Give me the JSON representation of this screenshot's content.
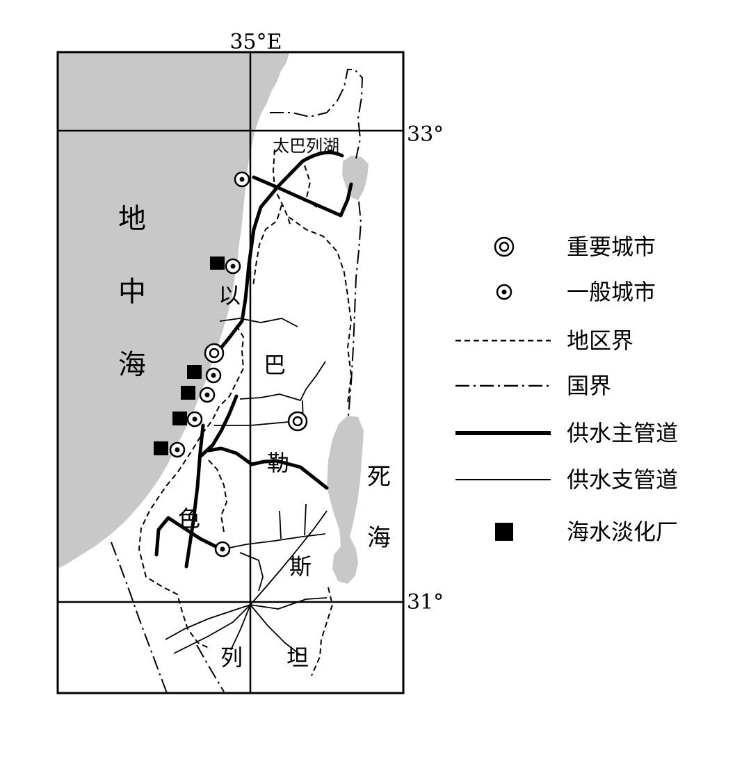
{
  "grid": {
    "longitude": "35°E",
    "latitude_north": "33°",
    "latitude_south": "31°"
  },
  "labels": {
    "sea": [
      "地",
      "中",
      "海"
    ],
    "lake": "太巴列湖",
    "dead_sea": [
      "死",
      "海"
    ],
    "israel": [
      "以",
      "色",
      "列"
    ],
    "palestine": [
      "巴",
      "勒",
      "斯",
      "坦"
    ]
  },
  "legend": [
    {
      "icon": "important-city-icon",
      "label": "重要城市"
    },
    {
      "icon": "general-city-icon",
      "label": "一般城市"
    },
    {
      "icon": "region-boundary-line",
      "label": "地区界"
    },
    {
      "icon": "national-border-line",
      "label": "国界"
    },
    {
      "icon": "main-pipeline-line",
      "label": "供水主管道"
    },
    {
      "icon": "branch-pipeline-line",
      "label": "供水支管道"
    },
    {
      "icon": "desalination-plant-icon",
      "label": "海水淡化厂"
    }
  ],
  "colors": {
    "water": "#c8c8c8",
    "ink": "#000000"
  }
}
